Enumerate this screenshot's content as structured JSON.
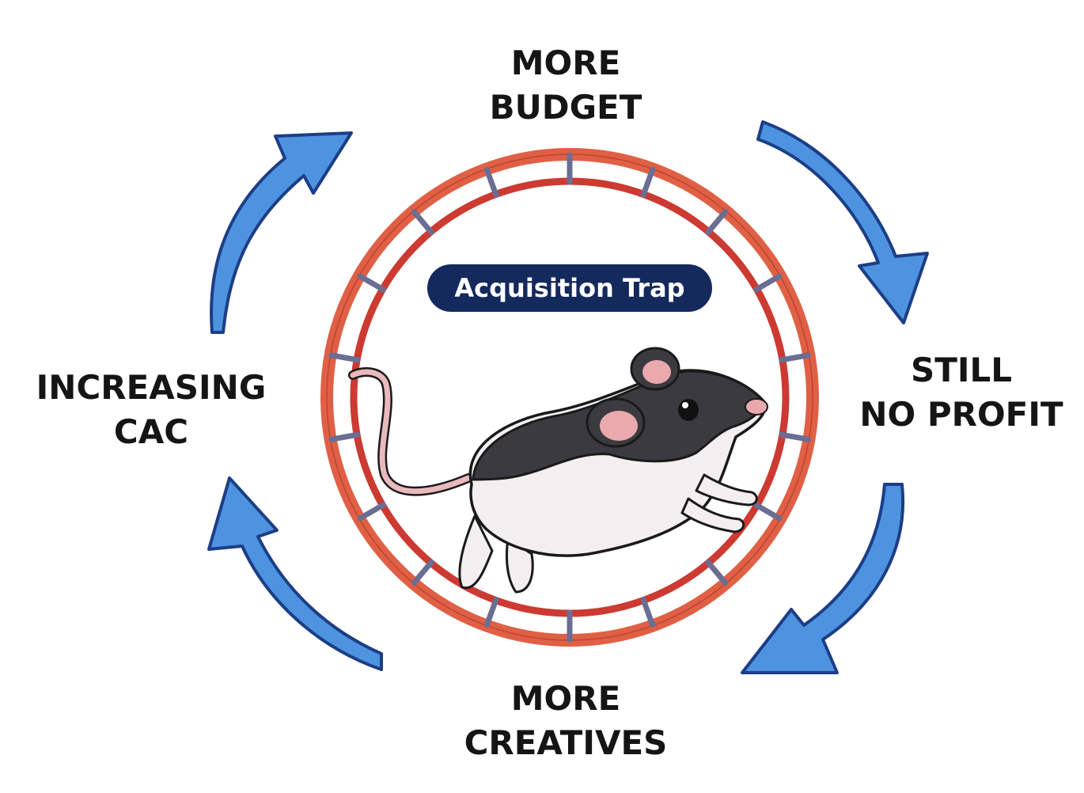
{
  "diagram": {
    "center_badge": "Acquisition Trap",
    "steps": [
      {
        "line1": "MORE",
        "line2": "BUDGET"
      },
      {
        "line1": "STILL",
        "line2": "NO PROFIT"
      },
      {
        "line1": "MORE",
        "line2": "CREATIVES"
      },
      {
        "line1": "INCREASING",
        "line2": "CAC"
      }
    ]
  },
  "colors": {
    "arrow": "#4e93df",
    "arrow_outline": "#1c3e86",
    "wheel": "#e06045",
    "wheel_inner": "#cc3a31",
    "rung": "#6a6e93",
    "badge": "#14295c",
    "text": "#151515"
  },
  "icons": {
    "arrows": "curved-arrow-icon",
    "wheel": "hamster-wheel-icon",
    "rat": "rat-illustration"
  }
}
